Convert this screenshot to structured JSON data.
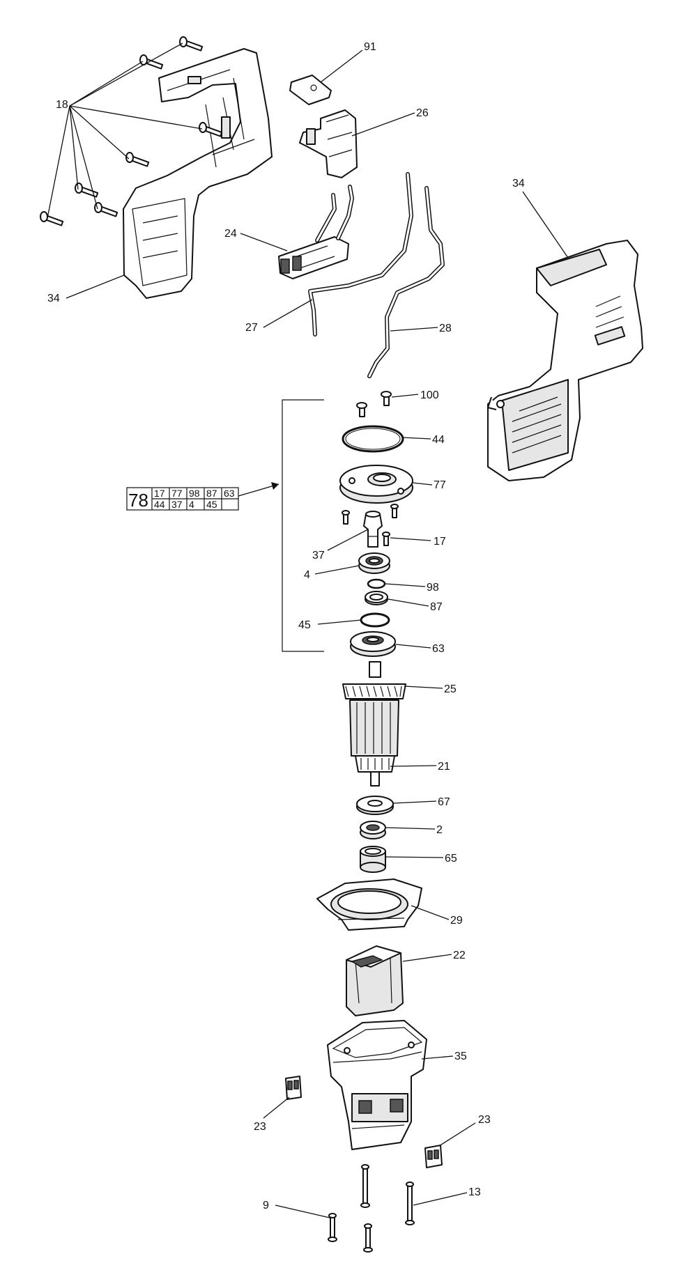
{
  "callouts": {
    "c18": "18",
    "c34a": "34",
    "c34b": "34",
    "c91": "91",
    "c26": "26",
    "c24": "24",
    "c27": "27",
    "c28": "28",
    "c100": "100",
    "c44": "44",
    "c77": "77",
    "c37": "37",
    "c17": "17",
    "c4": "4",
    "c98": "98",
    "c87": "87",
    "c45": "45",
    "c63": "63",
    "c25": "25",
    "c21": "21",
    "c67": "67",
    "c2": "2",
    "c65": "65",
    "c29": "29",
    "c22": "22",
    "c35": "35",
    "c23a": "23",
    "c23b": "23",
    "c9": "9",
    "c13": "13"
  },
  "kit_table": {
    "kit": "78",
    "row1": [
      "17",
      "77",
      "98",
      "87",
      "63"
    ],
    "row2": [
      "44",
      "37",
      "4",
      "45",
      ""
    ]
  }
}
